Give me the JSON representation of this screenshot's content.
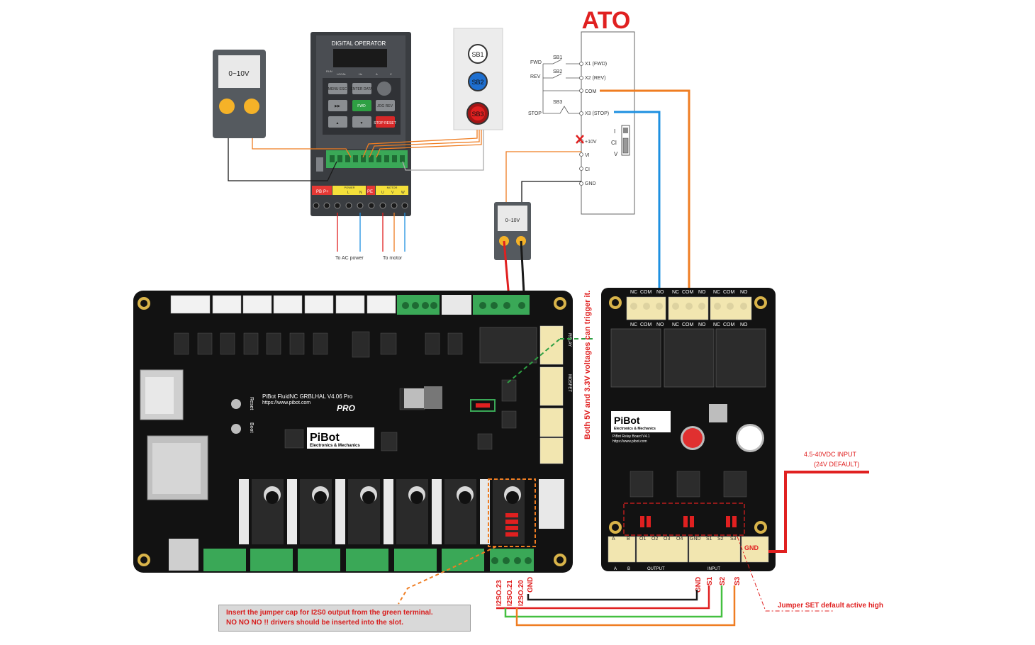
{
  "brand": {
    "ato_logo": "ATO",
    "color": "#e02020"
  },
  "colors": {
    "orange": "#ef7d22",
    "blue": "#1e90e0",
    "red": "#e02020",
    "green": "#44c040",
    "black": "#1a1a1a",
    "board": "#111111"
  },
  "potentiometer_left": {
    "label": "0~10V"
  },
  "potentiometer_mid": {
    "label": "0~10V"
  },
  "vfd": {
    "title": "DIGITAL OPERATOR",
    "status": [
      "RUN",
      "LOCAL",
      "Hz",
      "A",
      "V"
    ],
    "keys": [
      "MENU ESC",
      "ENTER DATA",
      "▶▶",
      "FWD",
      "JOG REV",
      "▲",
      "▼",
      "STOP RESET"
    ],
    "power_label": "POWER",
    "motor_label": "MOTOR",
    "terminals": [
      "PB",
      "P+",
      "L",
      "N",
      "PE",
      "U",
      "V",
      "W"
    ],
    "to_ac_power": "To AC power",
    "to_motor": "To motor"
  },
  "button_box": {
    "sb1": "SB1",
    "sb2": "SB2",
    "sb3": "SB3"
  },
  "wiring": {
    "fwd": "FWD",
    "rev": "REV",
    "stop": "STOP",
    "sb1": "SB1",
    "sb2": "SB2",
    "sb3": "SB3",
    "terminals": [
      "X1 (FWD)",
      "X2 (REV)",
      "COM",
      "X3 (STOP)",
      "+10V",
      "VI",
      "CI",
      "GND"
    ],
    "switch": [
      "I",
      "CI",
      "V"
    ]
  },
  "main_board": {
    "title": "PiBot FluidNC GRBLHAL V4.06 Pro",
    "url": "https://www.pibot.com",
    "pro": "PRO",
    "logo": "PiBot",
    "logo_sub": "Electronics & Mechanics",
    "boot": "Boot",
    "reset": "Reset",
    "relay": "RELAY",
    "mosfet": "MOSFET"
  },
  "relay_board": {
    "logo": "PiBot",
    "logo_sub": "Electronics & Mechanics",
    "name": "PiBot Relay Board V4.1",
    "url": "https://www.pibot.com",
    "relay_pins": [
      "NC",
      "COM",
      "NO"
    ],
    "bottom_pins": [
      "A",
      "B",
      "O1",
      "O2",
      "O3",
      "O4",
      "GND",
      "S1",
      "S2",
      "S3"
    ],
    "output": "OUTPUT",
    "input": "INPUT",
    "gnd": "GND"
  },
  "annotations": {
    "trigger": "Both 5V and 3.3V voltages can trigger it.",
    "power_input": "4.5-40VDC INPUT",
    "power_default": "(24V DEFAULT)",
    "jumper_set": "Jumper SET default active high",
    "gnd_pin": "GND",
    "i2s_pins": [
      "I2SO.23",
      "I2SO.21",
      "I2SO.20",
      "GND"
    ],
    "relay_input_pins": [
      "GND",
      "S1",
      "S2",
      "S3"
    ],
    "note_line1": "Insert the jumper cap for I2S0 output from the green terminal.",
    "note_line2": "NO NO NO !! drivers should be inserted into the slot."
  }
}
